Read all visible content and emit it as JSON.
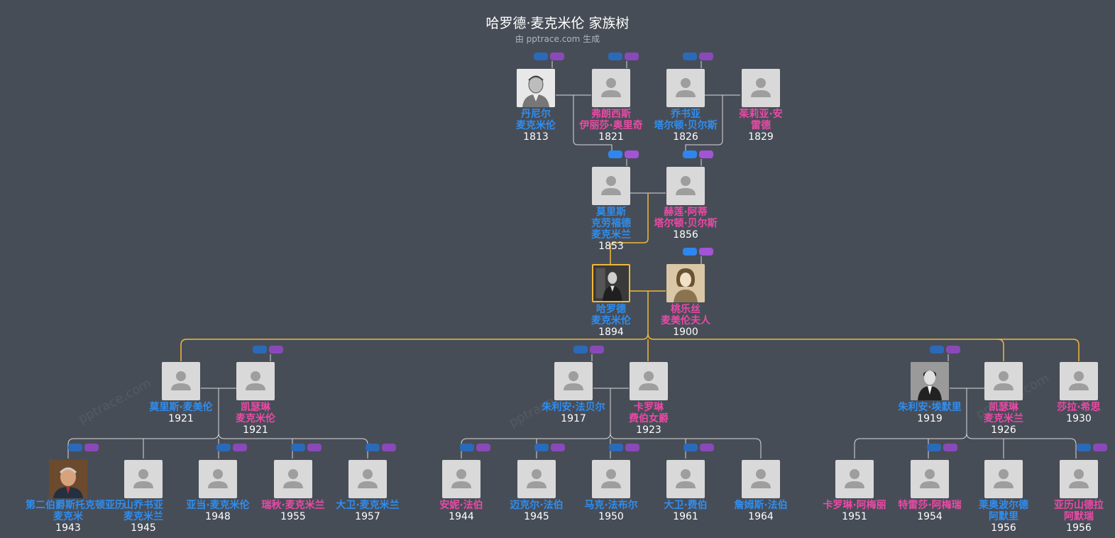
{
  "header": {
    "title": "哈罗德·麦克米伦 家族树",
    "subtitle": "由 pptrace.com 生成"
  },
  "watermark": "pptrace.com",
  "colors": {
    "background": "#474d57",
    "male": "#2f8ef0",
    "female": "#ea4aa6",
    "root_highlight": "#f0b83a",
    "link": "#d8d8d8"
  },
  "people": [
    {
      "id": "daniel",
      "lines": [
        "丹尼尔",
        "麦克米伦"
      ],
      "year": "1813",
      "sex": "m",
      "photo": "engraving-portrait"
    },
    {
      "id": "frances",
      "lines": [
        "弗朗西斯",
        "伊丽莎·奥里奇"
      ],
      "year": "1821",
      "sex": "f"
    },
    {
      "id": "joshua",
      "lines": [
        "乔书亚",
        "塔尔顿·贝尔斯"
      ],
      "year": "1826",
      "sex": "m"
    },
    {
      "id": "julia",
      "lines": [
        "茱莉亚·安",
        "雷德"
      ],
      "year": "1829",
      "sex": "f"
    },
    {
      "id": "maurice_sr",
      "lines": [
        "莫里斯",
        "克劳福德",
        "麦克米兰"
      ],
      "year": "1853",
      "sex": "m"
    },
    {
      "id": "helen",
      "lines": [
        "赫莲·阿蒂",
        "塔尔顿·贝尔斯"
      ],
      "year": "1856",
      "sex": "f"
    },
    {
      "id": "harold",
      "lines": [
        "哈罗德",
        "麦克米伦"
      ],
      "year": "1894",
      "sex": "m",
      "photo": "harold-portrait",
      "root": true
    },
    {
      "id": "dorothy",
      "lines": [
        "桃乐丝",
        "麦美伦夫人"
      ],
      "year": "1900",
      "sex": "f",
      "photo": "dorothy-portrait"
    },
    {
      "id": "maurice",
      "lines": [
        "莫里斯·麦美伦"
      ],
      "year": "1921",
      "sex": "m"
    },
    {
      "id": "katharine",
      "lines": [
        "凯瑟琳",
        "麦克米伦"
      ],
      "year": "1921",
      "sex": "f"
    },
    {
      "id": "julian_faber",
      "lines": [
        "朱利安·法贝尔"
      ],
      "year": "1917",
      "sex": "m"
    },
    {
      "id": "caroline",
      "lines": [
        "卡罗琳",
        "费伯女爵"
      ],
      "year": "1923",
      "sex": "f"
    },
    {
      "id": "julian_amery",
      "lines": [
        "朱利安·埃默里"
      ],
      "year": "1919",
      "sex": "m",
      "photo": "julian-amery-portrait"
    },
    {
      "id": "catherine",
      "lines": [
        "凯瑟琳",
        "麦克米兰"
      ],
      "year": "1926",
      "sex": "f"
    },
    {
      "id": "sarah",
      "lines": [
        "莎拉·希思"
      ],
      "year": "1930",
      "sex": "f"
    },
    {
      "id": "stockton",
      "lines": [
        "第二伯爵斯托克顿亚历",
        "麦克米"
      ],
      "year": "1943",
      "sex": "m",
      "photo": "earl-portrait"
    },
    {
      "id": "joshua2",
      "lines": [
        "山乔书亚",
        "麦克米兰"
      ],
      "year": "1945",
      "sex": "m"
    },
    {
      "id": "adam",
      "lines": [
        "亚当·麦克米伦"
      ],
      "year": "1948",
      "sex": "m"
    },
    {
      "id": "rachel",
      "lines": [
        "瑞秋·麦克米兰"
      ],
      "year": "1955",
      "sex": "f"
    },
    {
      "id": "david_m",
      "lines": [
        "大卫·麦克米兰"
      ],
      "year": "1957",
      "sex": "m"
    },
    {
      "id": "annie",
      "lines": [
        "安妮·法伯"
      ],
      "year": "1944",
      "sex": "f"
    },
    {
      "id": "michael",
      "lines": [
        "迈克尔·法伯"
      ],
      "year": "1945",
      "sex": "m"
    },
    {
      "id": "mark",
      "lines": [
        "马克·法布尔"
      ],
      "year": "1950",
      "sex": "m"
    },
    {
      "id": "david_f",
      "lines": [
        "大卫·费伯"
      ],
      "year": "1961",
      "sex": "m"
    },
    {
      "id": "james",
      "lines": [
        "詹姆斯·法伯"
      ],
      "year": "1964",
      "sex": "m"
    },
    {
      "id": "caroline_a",
      "lines": [
        "卡罗琳·阿梅丽"
      ],
      "year": "1951",
      "sex": "f"
    },
    {
      "id": "theresa",
      "lines": [
        "特雷莎·阿梅瑞"
      ],
      "year": "1954",
      "sex": "f"
    },
    {
      "id": "leopold",
      "lines": [
        "莱奥波尔德",
        "阿默里"
      ],
      "year": "1956",
      "sex": "m"
    },
    {
      "id": "alexandra",
      "lines": [
        "亚历山德拉",
        "阿默瑞"
      ],
      "year": "1956",
      "sex": "f"
    }
  ]
}
